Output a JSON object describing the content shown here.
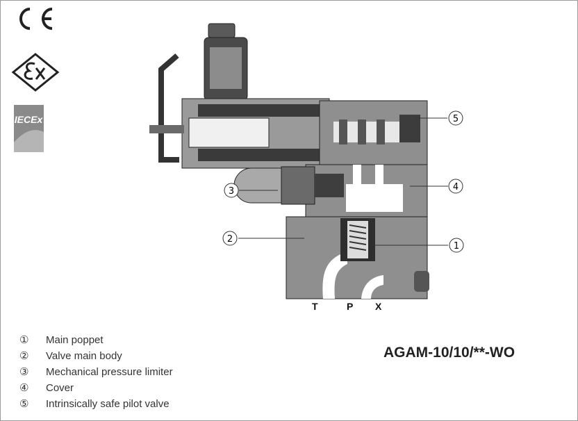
{
  "certifications": {
    "ce_mark": "CE",
    "ex_mark": "Ex",
    "iecex_mark": "IECEx"
  },
  "ports": [
    "T",
    "P",
    "X"
  ],
  "callouts": [
    "5",
    "4",
    "3",
    "2",
    "1"
  ],
  "legend": [
    {
      "num": "①",
      "label": "Main poppet"
    },
    {
      "num": "②",
      "label": "Valve main body"
    },
    {
      "num": "③",
      "label": "Mechanical pressure limiter"
    },
    {
      "num": "④",
      "label": "Cover"
    },
    {
      "num": "⑤",
      "label": "Intrinsically safe pilot valve"
    }
  ],
  "model_code": "AGAM-10/10/**-WO"
}
